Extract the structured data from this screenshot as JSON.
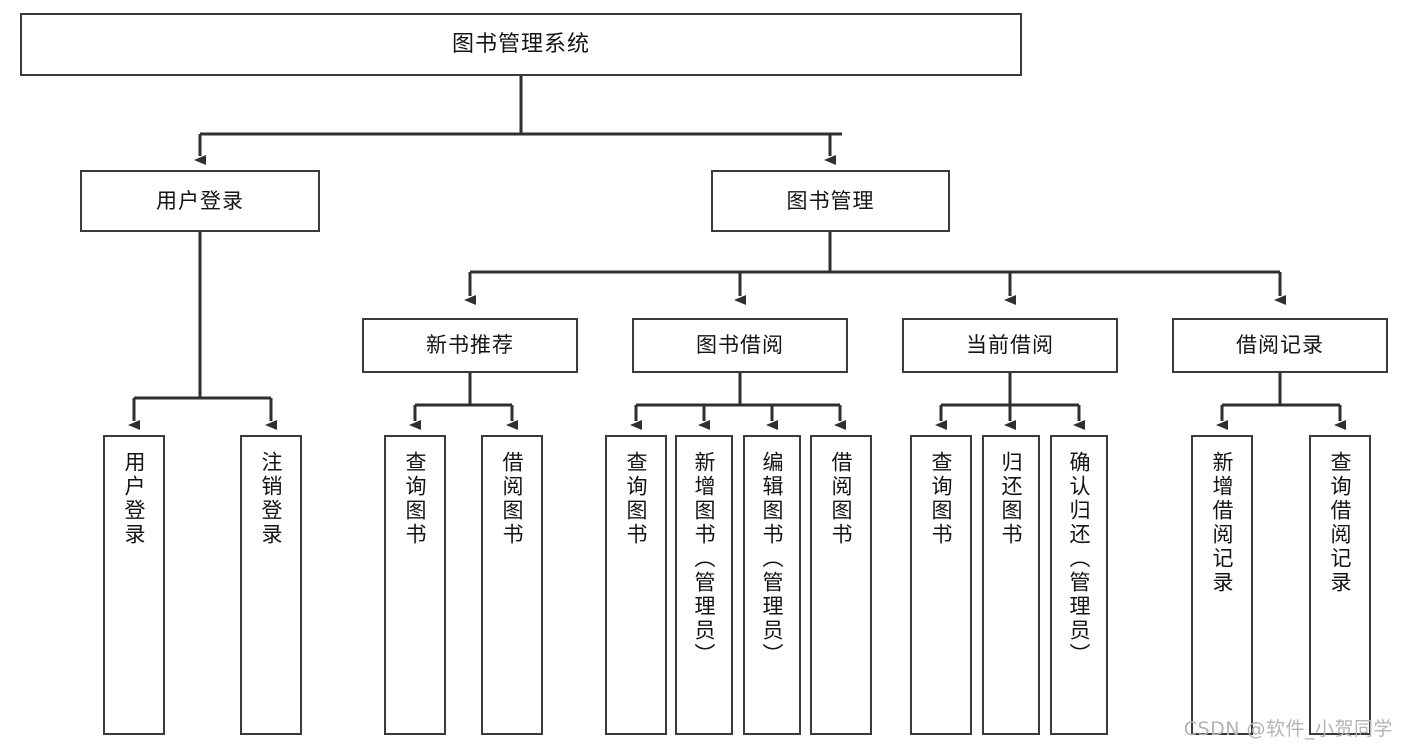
{
  "diagram": {
    "type": "tree",
    "title": "图书管理系统",
    "root": {
      "label": "图书管理系统"
    },
    "level2": [
      {
        "label": "用户登录"
      },
      {
        "label": "图书管理"
      }
    ],
    "level3": [
      {
        "label": "新书推荐"
      },
      {
        "label": "图书借阅"
      },
      {
        "label": "当前借阅"
      },
      {
        "label": "借阅记录"
      }
    ],
    "leaves": {
      "user_login": [
        {
          "label": "用户登录"
        },
        {
          "label": "注销登录"
        }
      ],
      "new_book_recommend": [
        {
          "label": "查询图书"
        },
        {
          "label": "借阅图书"
        }
      ],
      "book_borrow": [
        {
          "label": "查询图书"
        },
        {
          "label": "新增图书（管理员）"
        },
        {
          "label": "编辑图书（管理员）"
        },
        {
          "label": "借阅图书"
        }
      ],
      "current_borrow": [
        {
          "label": "查询图书"
        },
        {
          "label": "归还图书"
        },
        {
          "label": "确认归还（管理员）"
        }
      ],
      "borrow_record": [
        {
          "label": "新增借阅记录"
        },
        {
          "label": "查询借阅记录"
        }
      ]
    }
  },
  "watermark": {
    "text": "CSDN @软件_小贺同学"
  },
  "colors": {
    "box_border": "#3a3a3a",
    "box_fill": "#ffffff",
    "text": "#141414",
    "connector": "#2f2f2f",
    "watermark": "#b4b4b4",
    "background": "#ffffff"
  }
}
